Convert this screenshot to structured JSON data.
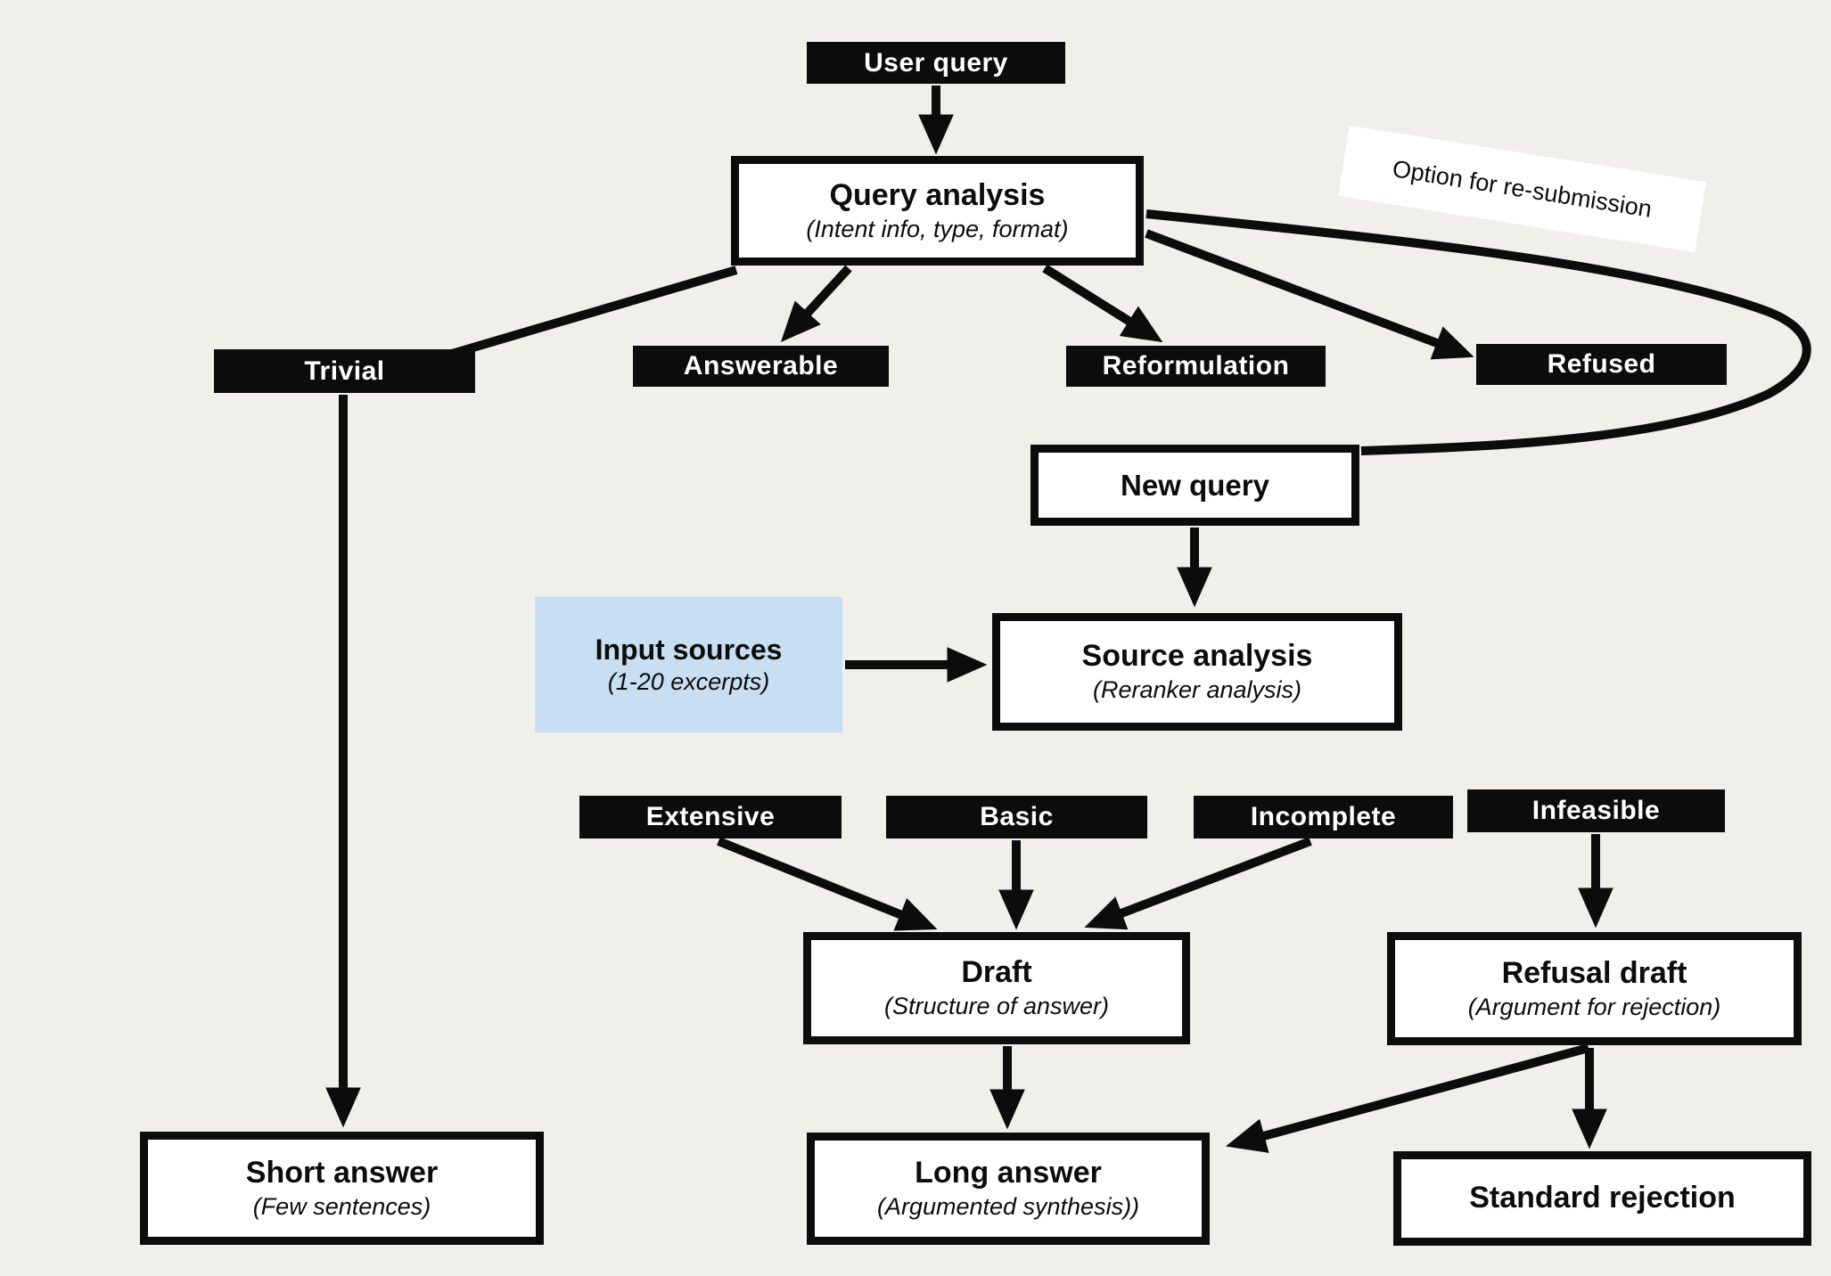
{
  "palette": {
    "background": "#f0efe9",
    "ink": "#0c0c0c",
    "process_fill": "#ffffff",
    "input_sources_fill": "#c8def2",
    "tag_text": "#ffffff"
  },
  "nodes": {
    "user_query": {
      "label": "User query"
    },
    "query_analysis": {
      "title": "Query analysis",
      "subtitle": "(Intent info, type, format)"
    },
    "resubmission_note": {
      "label": "Option for re-submission"
    },
    "trivial": {
      "label": "Trivial"
    },
    "answerable": {
      "label": "Answerable"
    },
    "reformulation": {
      "label": "Reformulation"
    },
    "refused": {
      "label": "Refused"
    },
    "new_query": {
      "label": "New query"
    },
    "input_sources": {
      "title": "Input sources",
      "subtitle": "(1-20 excerpts)"
    },
    "source_analysis": {
      "title": "Source analysis",
      "subtitle": "(Reranker analysis)"
    },
    "extensive": {
      "label": "Extensive"
    },
    "basic": {
      "label": "Basic"
    },
    "incomplete": {
      "label": "Incomplete"
    },
    "infeasible": {
      "label": "Infeasible"
    },
    "draft": {
      "title": "Draft",
      "subtitle": "(Structure of answer)"
    },
    "refusal_draft": {
      "title": "Refusal draft",
      "subtitle": "(Argument for rejection)"
    },
    "short_answer": {
      "title": "Short answer",
      "subtitle": "(Few sentences)"
    },
    "long_answer": {
      "title": "Long answer",
      "subtitle": "(Argumented synthesis))"
    },
    "standard_rejection": {
      "label": "Standard rejection"
    }
  },
  "edges": [
    {
      "from": "user_query",
      "to": "query_analysis"
    },
    {
      "from": "query_analysis",
      "to": "trivial"
    },
    {
      "from": "query_analysis",
      "to": "answerable"
    },
    {
      "from": "query_analysis",
      "to": "reformulation"
    },
    {
      "from": "query_analysis",
      "to": "refused"
    },
    {
      "from": "query_analysis",
      "to": "new_query",
      "note": "Option for re-submission loop"
    },
    {
      "from": "trivial",
      "to": "short_answer"
    },
    {
      "from": "new_query",
      "to": "source_analysis"
    },
    {
      "from": "input_sources",
      "to": "source_analysis"
    },
    {
      "from": "extensive",
      "to": "draft"
    },
    {
      "from": "basic",
      "to": "draft"
    },
    {
      "from": "incomplete",
      "to": "draft"
    },
    {
      "from": "infeasible",
      "to": "refusal_draft"
    },
    {
      "from": "draft",
      "to": "long_answer"
    },
    {
      "from": "refusal_draft",
      "to": "long_answer"
    },
    {
      "from": "refusal_draft",
      "to": "standard_rejection"
    }
  ]
}
